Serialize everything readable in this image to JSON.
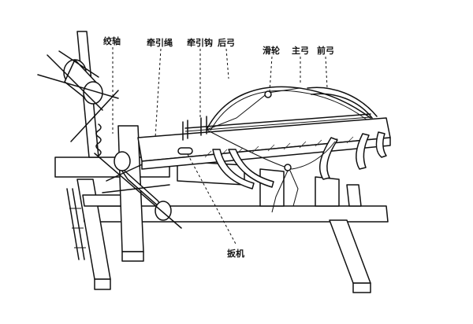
{
  "labels": {
    "windlass": "绞轴",
    "pull_rope": "牵引绳",
    "pull_hook": "牵引钩",
    "rear_bow": "后弓",
    "pulley": "滑轮",
    "main_bow": "主弓",
    "front_bow": "前弓",
    "trigger": "扳机"
  }
}
